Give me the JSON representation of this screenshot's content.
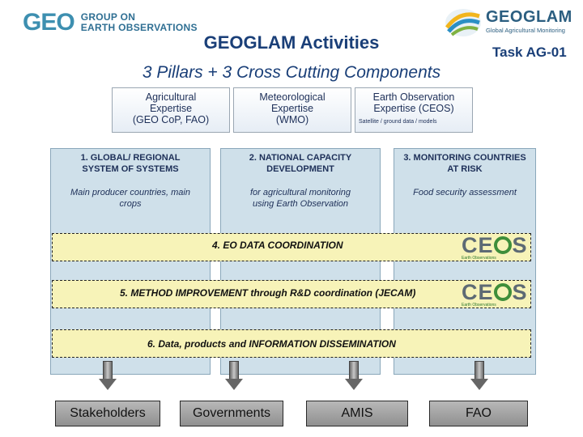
{
  "header": {
    "geo_logo_text": "GEO",
    "geo_subtitle_line1": "GROUP ON",
    "geo_subtitle_line2": "EARTH OBSERVATIONS",
    "geoglam_name": "GEOGLAM",
    "geoglam_tagline": "Global Agricultural Monitoring",
    "title": "GEOGLAM Activities",
    "subtitle": "3 Pillars + 3 Cross Cutting Components",
    "task": "Task AG-01"
  },
  "expertise": [
    {
      "line1": "Agricultural",
      "line2": "Expertise",
      "line3": "(GEO CoP, FAO)"
    },
    {
      "line1": "Meteorological",
      "line2": "Expertise",
      "line3": "(WMO)"
    },
    {
      "line1": "Earth Observation",
      "line2": "Expertise (CEOS)",
      "line3": "Satellite / ground data / models"
    }
  ],
  "pillars": [
    {
      "title_line1": "1. GLOBAL/ REGIONAL",
      "title_line2": "SYSTEM OF SYSTEMS",
      "desc_line1": "Main producer countries, main",
      "desc_line2": "crops"
    },
    {
      "title_line1": "2. NATIONAL CAPACITY",
      "title_line2": "DEVELOPMENT",
      "desc_line1": "for agricultural monitoring",
      "desc_line2": "using Earth Observation"
    },
    {
      "title_line1": "3. MONITORING COUNTRIES",
      "title_line2": "AT RISK",
      "desc_line1": "Food security assessment",
      "desc_line2": ""
    }
  ],
  "components": [
    {
      "label": "4. EO DATA COORDINATION"
    },
    {
      "label": "5. METHOD IMPROVEMENT through R&D coordination (JECAM)"
    },
    {
      "label": "6. Data, products and INFORMATION DISSEMINATION"
    }
  ],
  "ceos": {
    "letter_c": "C",
    "letter_e": "E",
    "letter_s": "S",
    "tagline": "Earth Observations"
  },
  "outputs": [
    "Stakeholders",
    "Governments",
    "AMIS",
    "FAO"
  ]
}
